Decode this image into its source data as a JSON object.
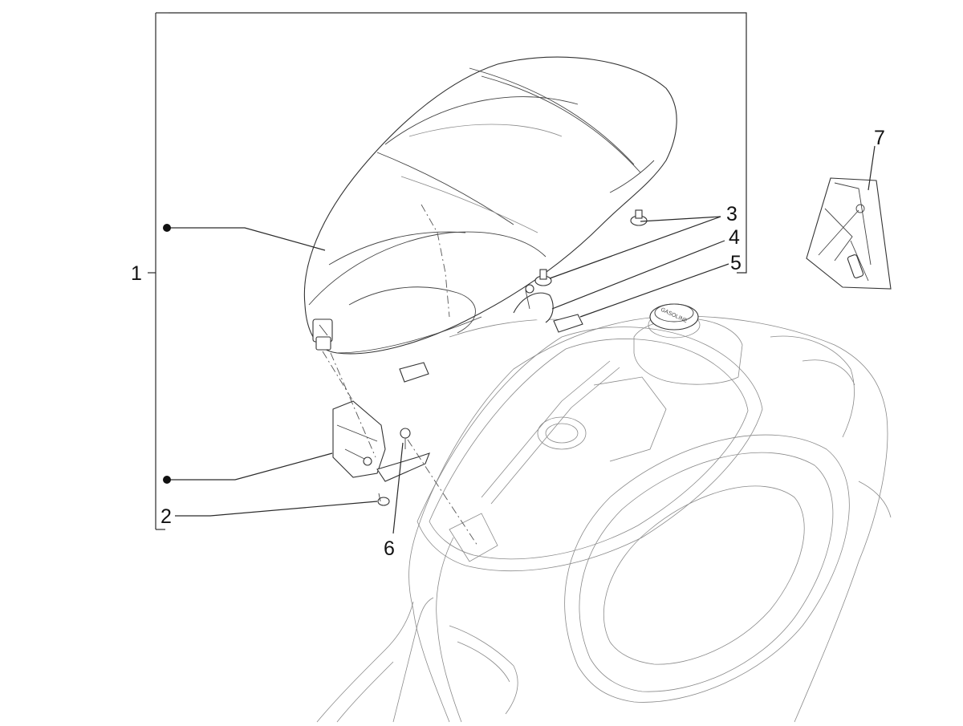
{
  "callouts": {
    "c1": "1",
    "c2": "2",
    "c3": "3",
    "c4": "4",
    "c5": "5",
    "c6": "6",
    "c7": "7"
  },
  "fuel_cap_text": "GASOLINE",
  "colors": {
    "line": "#2a2a2a",
    "faint_line": "#8a8a8a",
    "background": "#ffffff"
  }
}
